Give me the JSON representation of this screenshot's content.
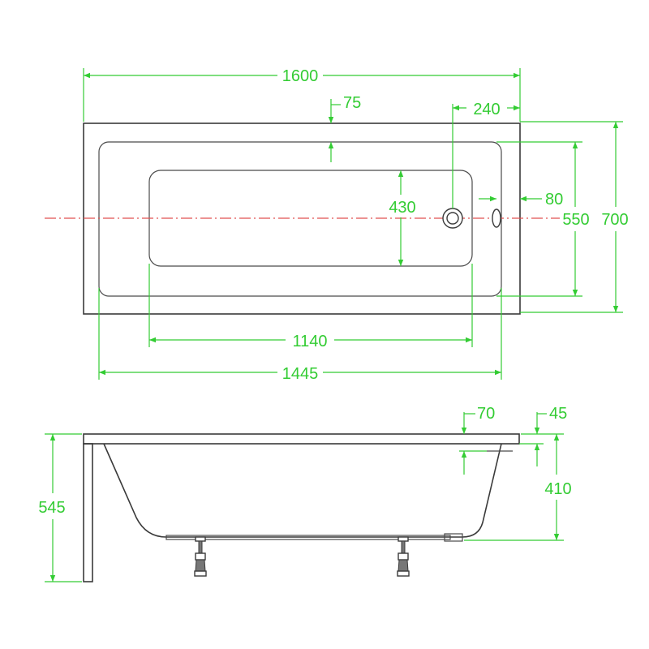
{
  "colors": {
    "dimension": "#33cc33",
    "outline": "#3a3a3a",
    "centerline": "#e05050"
  },
  "plan_view": {
    "total_length": "1600",
    "inner_length": "1445",
    "basin_length": "1140",
    "total_width": "700",
    "inner_width": "550",
    "basin_width": "430",
    "rim_offset": "75",
    "drain_offset": "240",
    "overflow_offset": "80"
  },
  "side_view": {
    "total_height": "545",
    "inner_depth": "410",
    "rim_thickness": "45",
    "rim_step": "70"
  },
  "icons": [
    "drain-icon",
    "overflow-icon",
    "adjustable-leg-icon"
  ]
}
